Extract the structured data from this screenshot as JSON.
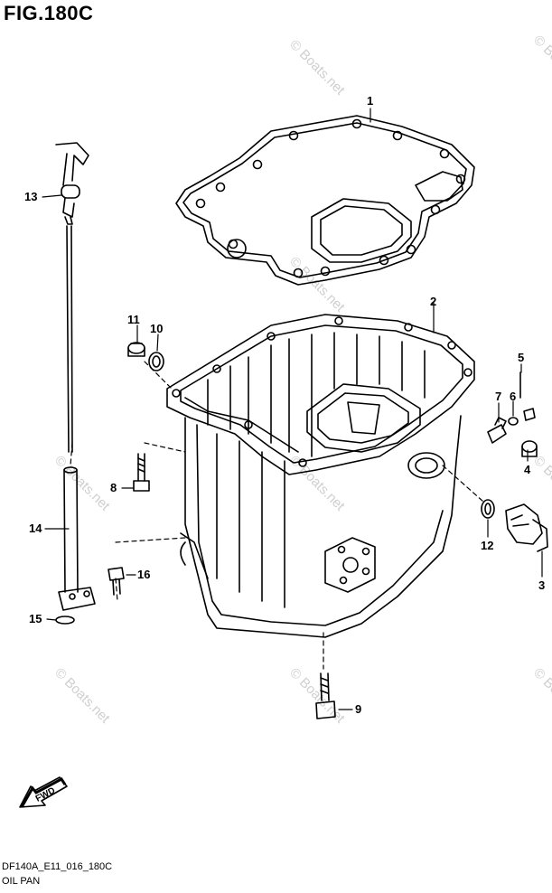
{
  "figure": {
    "title": "FIG.180C",
    "code": "DF140A_E11_016_180C",
    "caption": "OIL PAN"
  },
  "watermark": {
    "text": "© Boats.net"
  },
  "direction_marker": {
    "label": "FWD"
  },
  "callouts": [
    "1",
    "2",
    "3",
    "4",
    "5",
    "6",
    "7",
    "8",
    "9",
    "10",
    "11",
    "12",
    "13",
    "14",
    "15",
    "16"
  ],
  "colors": {
    "line": "#000000",
    "watermark": "#cfcfcf",
    "background": "#ffffff"
  }
}
